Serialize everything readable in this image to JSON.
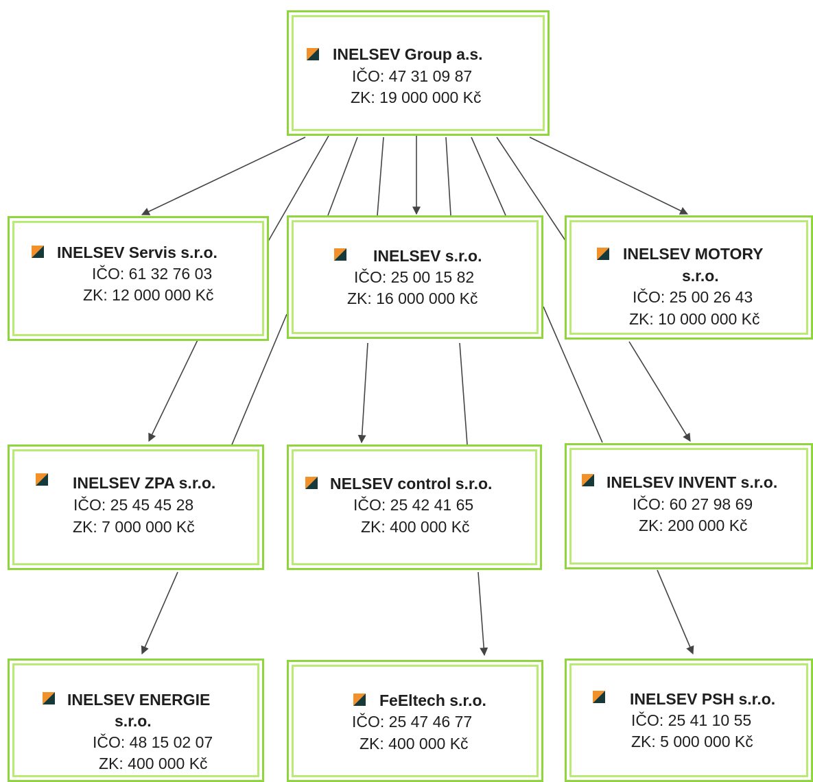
{
  "diagram": {
    "colors": {
      "box_border": "#8ed63c",
      "box_border_light": "#b9ea73",
      "connector": "#444444",
      "logo_orange": "#f2912a",
      "logo_dark": "#163a3a"
    },
    "nodes": {
      "group": {
        "name": "INELSEV Group a.s.",
        "ico": "IČO:  47 31 09 87",
        "zk": "ZK: 19 000 000 Kč"
      },
      "servis": {
        "name": "INELSEV Servis s.r.o.",
        "ico": "IČO: 61 32 76 03",
        "zk": "ZK: 12 000 000 Kč"
      },
      "sro": {
        "name": "INELSEV s.r.o.",
        "ico": "IČO: 25 00 15 82",
        "zk": "ZK: 16 000 000 Kč"
      },
      "motory": {
        "name_line1": "INELSEV MOTORY",
        "name_line2": "s.r.o.",
        "ico": "IČO: 25 00 26 43",
        "zk": "ZK: 10 000 000 Kč"
      },
      "zpa": {
        "name": "INELSEV ZPA s.r.o.",
        "ico": "IČO: 25 45 45 28",
        "zk": "ZK: 7 000 000 Kč"
      },
      "control": {
        "name": "NELSEV control s.r.o.",
        "ico": "IČO: 25 42 41 65",
        "zk": "ZK: 400 000 Kč"
      },
      "invent": {
        "name": "INELSEV INVENT s.r.o.",
        "ico": "IČO: 60 27 98 69",
        "zk": "ZK: 200 000 Kč"
      },
      "energie": {
        "name_line1": "INELSEV ENERGIE",
        "name_line2": "s.r.o.",
        "ico": "IČO: 48 15 02 07",
        "zk": "ZK: 400 000 Kč"
      },
      "feeltech": {
        "name": "FeEltech s.r.o.",
        "ico": "IČO: 25 47 46 77",
        "zk": "ZK: 400 000 Kč"
      },
      "psh": {
        "name": "INELSEV PSH s.r.o.",
        "ico": "IČO: 25 41 10 55",
        "zk": "ZK: 5 000 000 Kč"
      }
    }
  }
}
